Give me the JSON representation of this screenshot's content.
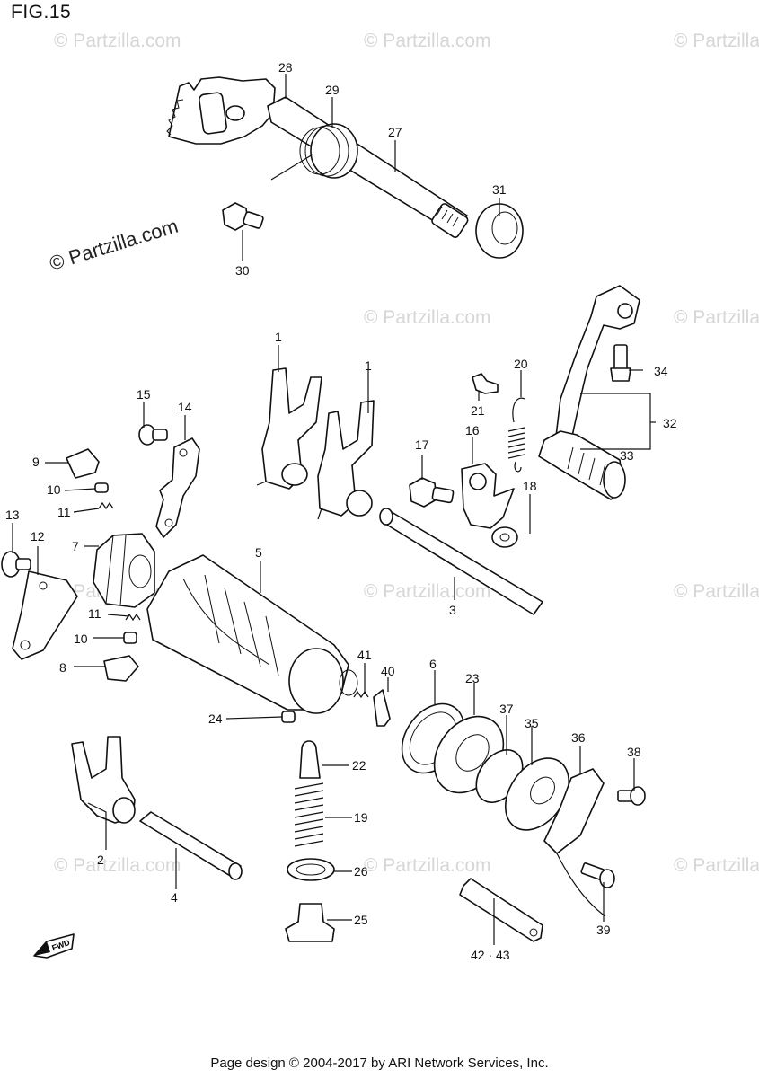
{
  "figure_title": "FIG.15",
  "copyright_main": "© Partzilla.com",
  "watermark": "© Partzilla.com",
  "footer": "Page design © 2004-2017 by ARI Network Services, Inc.",
  "fwd_label": "FWD",
  "callouts": {
    "c28": "28",
    "c29": "29",
    "c27": "27",
    "c31": "31",
    "c30": "30",
    "c1a": "1",
    "c1b": "1",
    "c20": "20",
    "c21": "21",
    "c34": "34",
    "c15": "15",
    "c14": "14",
    "c16": "16",
    "c17": "17",
    "c32": "32",
    "c33": "33",
    "c9": "9",
    "c10a": "10",
    "c11a": "11",
    "c18": "18",
    "c13": "13",
    "c12": "12",
    "c7": "7",
    "c5": "5",
    "c3": "3",
    "c11b": "11",
    "c10b": "10",
    "c8": "8",
    "c41": "41",
    "c40": "40",
    "c6": "6",
    "c23": "23",
    "c37": "37",
    "c35": "35",
    "c36": "36",
    "c38": "38",
    "c24": "24",
    "c22": "22",
    "c19": "19",
    "c26": "26",
    "c25": "25",
    "c2": "2",
    "c4": "4",
    "c39": "39",
    "c4243": "42 · 43"
  }
}
